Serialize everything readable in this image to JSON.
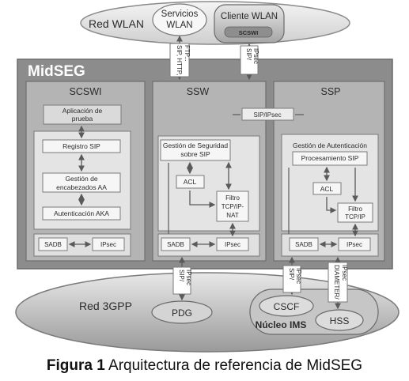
{
  "top_cloud": {
    "label": "Red WLAN",
    "servicios": [
      "Servicios",
      "WLAN"
    ],
    "cliente": "Cliente WLAN",
    "scswi_tag": "SCSWI"
  },
  "midseg": {
    "title": "MidSEG",
    "scswi": {
      "title": "SCSWI",
      "app": [
        "Aplicación de",
        "prueba"
      ],
      "registro": "Registro SIP",
      "gestion": [
        "Gestión de",
        "encabezados AA"
      ],
      "auth": "Autenticación AKA",
      "sadb": "SADB",
      "ipsec": "IPsec"
    },
    "ssw": {
      "title": "SSW",
      "gestion": [
        "Gestión de Seguridad",
        "sobre SIP"
      ],
      "acl": "ACL",
      "filtro": [
        "Filtro",
        "TCP/IP-",
        "NAT"
      ],
      "sadb": "SADB",
      "ipsec": "IPsec"
    },
    "ssp": {
      "title": "SSP",
      "gestion": "Gestión de Autenticación",
      "proc": "Procesamiento SIP",
      "acl": "ACL",
      "filtro": [
        "Filtro",
        "TCP/IP"
      ],
      "sadb": "SADB",
      "ipsec": "IPsec"
    },
    "sip_ipsec": "SIP/IPsec"
  },
  "links": {
    "top_left": [
      "SIP, HTTP,",
      "FTP..."
    ],
    "top_right": [
      "SIP/",
      "IPsec"
    ],
    "bottom_left": [
      "SIP/",
      "IPsec"
    ],
    "bottom_mid": [
      "SIP/",
      "IPsec"
    ],
    "bottom_right": [
      "DIAMETER/",
      "IPsec"
    ]
  },
  "bottom_cloud": {
    "label": "Red 3GPP",
    "pdg": "PDG",
    "cscf": "CSCF",
    "hss": "HSS",
    "ims": "Núcleo IMS"
  },
  "caption": {
    "bold": "Figura 1",
    "text": "Arquitectura de referencia de MidSEG"
  }
}
